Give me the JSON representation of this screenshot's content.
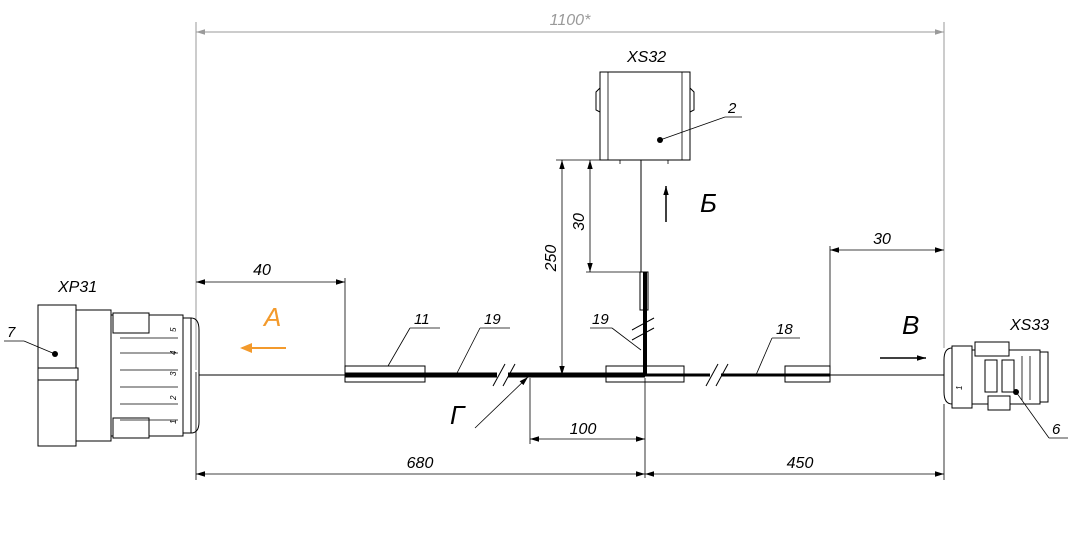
{
  "dimensions": {
    "overall": "1100*",
    "left_offset": "40",
    "right_offset": "30",
    "vertical_250": "250",
    "vertical_30": "30",
    "branch_100": "100",
    "length_680": "680",
    "length_450": "450"
  },
  "connectors": {
    "xp31": "XP31",
    "xs32": "XS32",
    "xs33": "XS33"
  },
  "part_refs": {
    "p11": "11",
    "p19_left": "19",
    "p19_branch": "19",
    "p18": "18",
    "p2": "2",
    "p7": "7",
    "p6": "6"
  },
  "views": {
    "a": "А",
    "b": "Б",
    "v": "В",
    "g": "Г"
  },
  "pin_numbers": [
    "1",
    "2",
    "3",
    "4",
    "5"
  ],
  "pin_numbers_xs33": [
    "1"
  ],
  "colors": {
    "view_a": "#f39a2c",
    "dimension_gray": "#9a9a9a",
    "line": "#000000"
  }
}
